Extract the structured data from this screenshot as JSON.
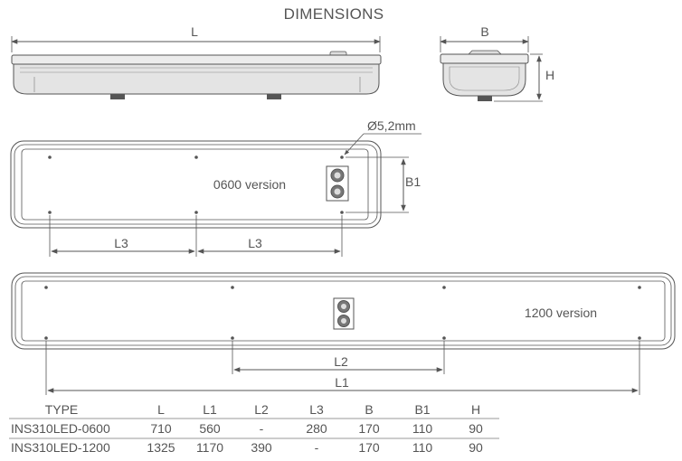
{
  "title": "DIMENSIONS",
  "labels": {
    "L": "L",
    "B": "B",
    "H": "H",
    "B1": "B1",
    "L1": "L1",
    "L2": "L2",
    "L3": "L3",
    "hole": "Ø5,2mm",
    "v0600": "0600 version",
    "v1200": "1200 version"
  },
  "table": {
    "headers": [
      "TYPE",
      "L",
      "L1",
      "L2",
      "L3",
      "B",
      "B1",
      "H"
    ],
    "rows": [
      [
        "INS310LED-0600",
        "710",
        "560",
        "-",
        "280",
        "170",
        "110",
        "90"
      ],
      [
        "INS310LED-1200",
        "1325",
        "1170",
        "390",
        "-",
        "170",
        "110",
        "90"
      ]
    ]
  },
  "colors": {
    "stroke": "#555555",
    "fill_light": "#e9e9e9",
    "fill_mid": "#d8d8d8",
    "foot": "#555555",
    "text": "#555555"
  }
}
